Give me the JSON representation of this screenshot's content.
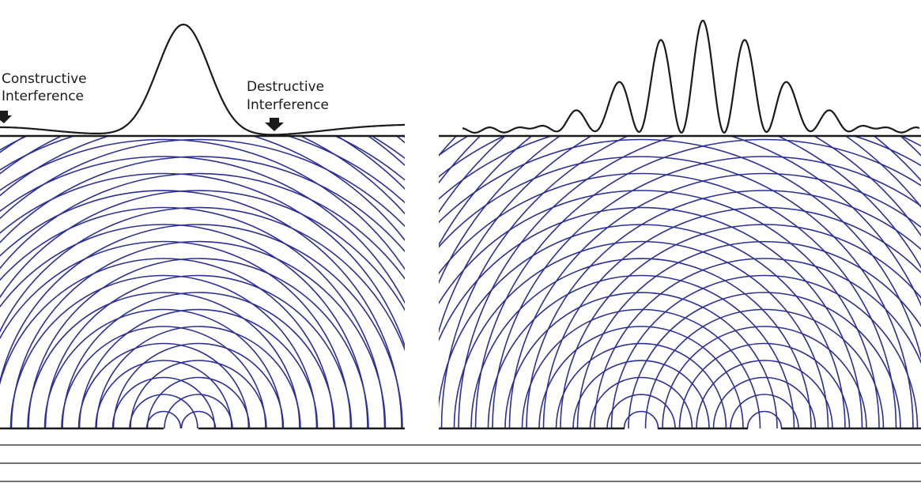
{
  "left_panel": {
    "constructive_label": [
      "Constructive",
      "Interference"
    ],
    "destructive_label": [
      "Destructive",
      "Interference"
    ],
    "source_count": 2
  },
  "right_panel": {
    "source_count": 2
  },
  "colors": {
    "wavefront": "#2b2f96",
    "outline": "#1a1a1a",
    "background": "#ffffff"
  }
}
